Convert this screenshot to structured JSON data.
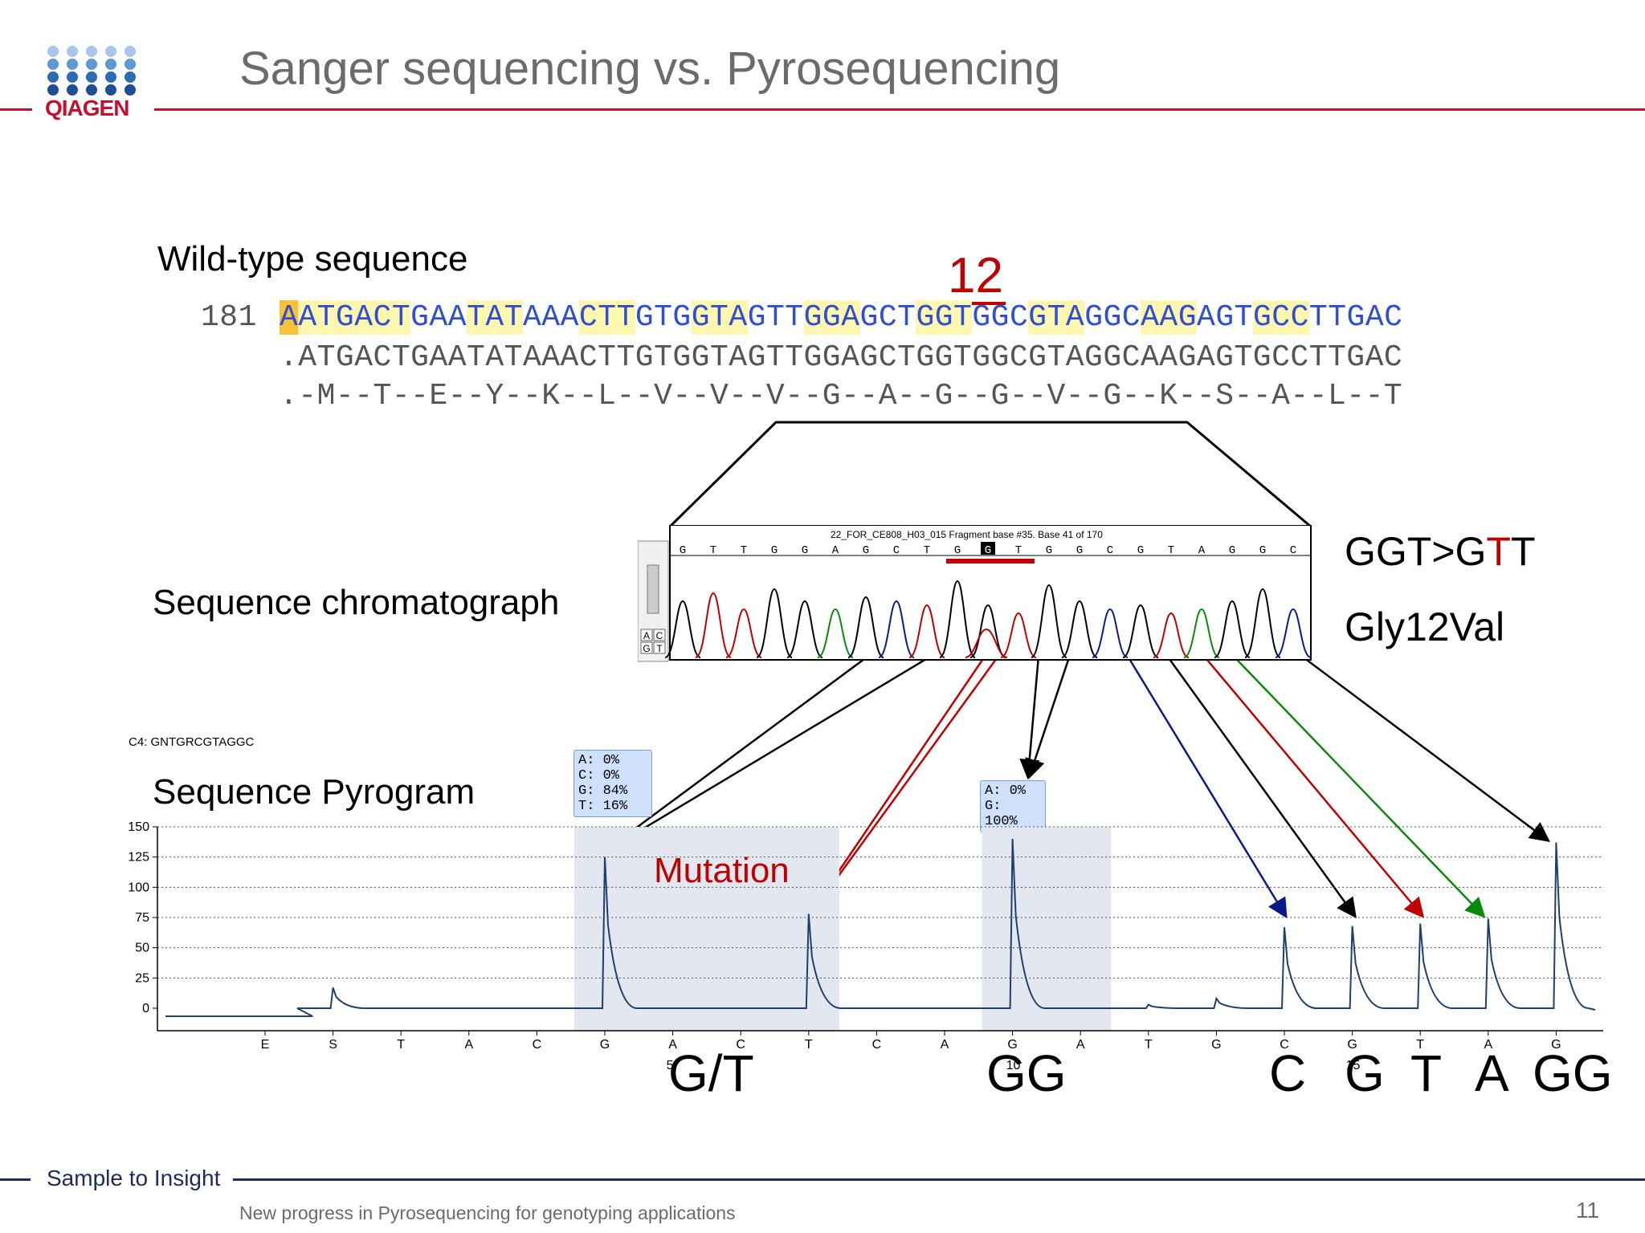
{
  "header": {
    "title": "Sanger sequencing  vs. Pyrosequencing",
    "logo_text": "QIAGEN"
  },
  "labels": {
    "wild_type": "Wild-type sequence",
    "chromatograph": "Sequence chromatograph",
    "pyrogram": "Sequence Pyrogram",
    "codon_number": "12",
    "mutation": "Mutation",
    "change_prefix": "GGT>G",
    "change_mut": "T",
    "change_suffix": "T",
    "protein_change": "Gly12Val",
    "pyro_seq_note": "C4: GNTGRCGTAGGC"
  },
  "sequence": {
    "position": "181",
    "line1_parts": [
      "A",
      "ATGACT",
      "GAA",
      "TAT",
      "AAA",
      "CTT",
      "GTG",
      "GTA",
      "GTT",
      "GGA",
      "GCT",
      "GGT",
      "GGC",
      "GTA",
      "GGC",
      "AAG",
      "AGT",
      "GCC",
      "TTG",
      "AC"
    ],
    "line2": ".ATGACTGAATATAAACTTGTGGTAGTTGGAGCTGGTGGCGTAGGCAAGAGTGCCTTGAC",
    "line3": ".-M--T--E--Y--K--L--V--V--V--G--A--G--G--V--G--K--S--A--L--T"
  },
  "chromatogram": {
    "header": "22_FOR_CE808_H03_015 Fragment base #35. Base 41 of 170",
    "bases": [
      "G",
      "T",
      "T",
      "G",
      "G",
      "A",
      "G",
      "C",
      "T",
      "G",
      "G",
      "T",
      "G",
      "G",
      "C",
      "G",
      "T",
      "A",
      "G",
      "G",
      "C"
    ],
    "side_letters": [
      "A",
      "C",
      "G",
      "T"
    ]
  },
  "pyro_boxes": [
    {
      "lines": [
        "A: 0%",
        "C: 0%",
        "G: 84%",
        "T: 16%"
      ]
    },
    {
      "lines": [
        "A: 0%",
        "G: 100%"
      ]
    }
  ],
  "bottom_labels": [
    "G/T",
    "GG",
    "C",
    "G",
    "T",
    "A",
    "GG"
  ],
  "chart_data": {
    "type": "bar",
    "categories": [
      "E",
      "S",
      "T",
      "A",
      "C",
      "G",
      "A",
      "C",
      "T",
      "C",
      "A",
      "G",
      "A",
      "T",
      "G",
      "C",
      "G",
      "T",
      "A",
      "G"
    ],
    "values": [
      0,
      17,
      0,
      0,
      0,
      125,
      0,
      0,
      78,
      0,
      0,
      140,
      0,
      3,
      8,
      67,
      68,
      70,
      74,
      137
    ],
    "title": "",
    "xlabel": "",
    "ylabel": "",
    "ylim": [
      0,
      150
    ],
    "yticks": [
      0,
      25,
      50,
      75,
      100,
      125,
      150
    ],
    "xnumbers": [
      {
        "index": 6,
        "label": "5"
      },
      {
        "index": 11,
        "label": "10"
      },
      {
        "index": 16,
        "label": "15"
      }
    ],
    "grid": true,
    "line_color": "#1f3f6e",
    "shaded_regions": [
      [
        5,
        8
      ],
      [
        11,
        12
      ]
    ]
  },
  "colors": {
    "brand_red": "#c8102e",
    "footer_navy": "#1f2a5c",
    "mutation_red": "#c00000"
  },
  "footer": {
    "brand": "Sample to Insight",
    "text": "New progress in Pyrosequencing for genotyping applications",
    "page": "11"
  }
}
